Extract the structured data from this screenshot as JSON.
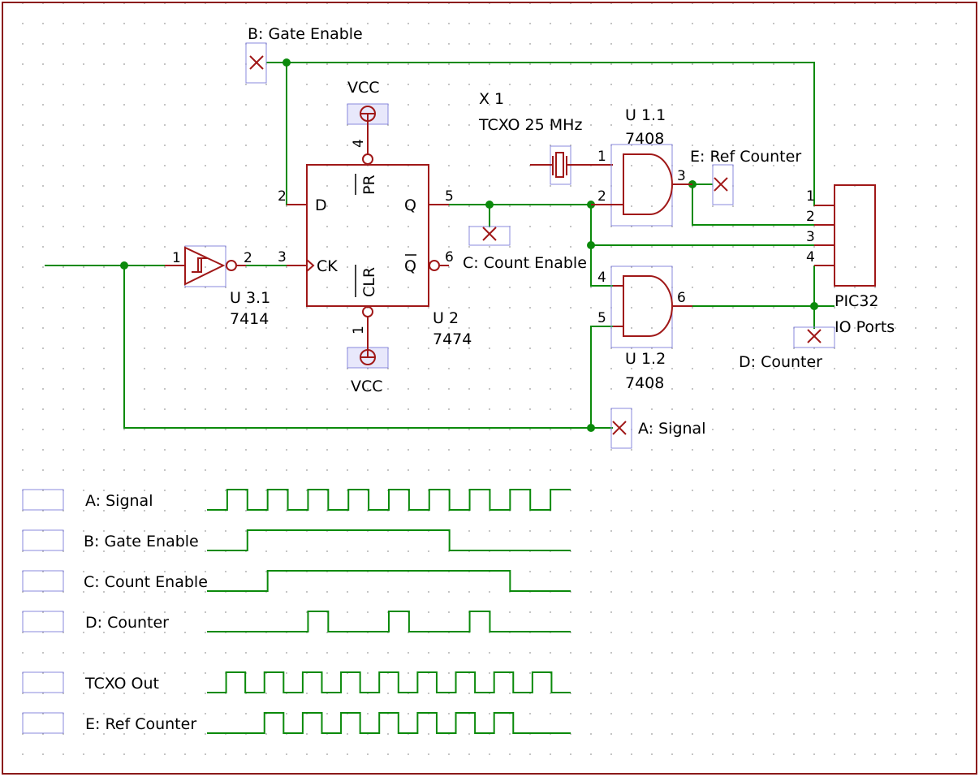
{
  "colors": {
    "wire": "#0b8a0b",
    "component": "#a01818",
    "selection": "#8888dd",
    "frame": "#8b1a1a"
  },
  "components": {
    "schmitt": {
      "ref": "U 3.1",
      "part": "7414",
      "pin_in": "1",
      "pin_out": "2"
    },
    "flipflop": {
      "ref": "U 2",
      "part": "7474",
      "d": "D",
      "q": "Q",
      "ck": "CK",
      "pr": "PR",
      "clr": "CLR",
      "qbar": "Q",
      "pin_d": "2",
      "pin_ck": "3",
      "pin_q": "5",
      "pin_qbar": "6",
      "pin_pr": "4",
      "pin_clr": "1"
    },
    "vcc_top": "VCC",
    "vcc_bottom": "VCC",
    "crystal": {
      "ref": "X 1",
      "part": "TCXO 25 MHz"
    },
    "and1": {
      "ref": "U 1.1",
      "part": "7408",
      "pin_a": "1",
      "pin_b": "2",
      "pin_out": "3"
    },
    "and2": {
      "ref": "U 1.2",
      "part": "7408",
      "pin_a": "4",
      "pin_b": "5",
      "pin_out": "6"
    },
    "pic": {
      "ref": "PIC32",
      "part": "IO Ports",
      "pins": [
        "1",
        "2",
        "3",
        "4"
      ]
    }
  },
  "probes": {
    "a": "A: Signal",
    "b": "B: Gate Enable",
    "c": "C: Count Enable",
    "d": "D: Counter",
    "e": "E: Ref Counter"
  },
  "timing": [
    {
      "label": "A: Signal",
      "levels": [
        0,
        1,
        0,
        1,
        0,
        1,
        0,
        1,
        0,
        1,
        0,
        1,
        0,
        1,
        0,
        1,
        0,
        1
      ]
    },
    {
      "label": "B: Gate Enable",
      "levels": [
        0,
        0,
        1,
        1,
        1,
        1,
        1,
        1,
        1,
        1,
        1,
        1,
        0,
        0,
        0,
        0,
        0,
        0
      ]
    },
    {
      "label": "C: Count Enable",
      "levels": [
        0,
        0,
        0,
        1,
        1,
        1,
        1,
        1,
        1,
        1,
        1,
        1,
        1,
        1,
        1,
        0,
        0,
        0
      ]
    },
    {
      "label": "D: Counter",
      "levels": [
        0,
        0,
        0,
        0,
        0,
        1,
        0,
        0,
        0,
        1,
        0,
        0,
        0,
        1,
        0,
        0,
        0,
        0
      ]
    },
    {
      "label": "TCXO Out",
      "levels": [
        0,
        1,
        0,
        1,
        0,
        1,
        0,
        1,
        0,
        1,
        0,
        1,
        0,
        1,
        0,
        1,
        0,
        1,
        0
      ]
    },
    {
      "label": "E: Ref Counter",
      "levels": [
        0,
        0,
        0,
        1,
        0,
        1,
        0,
        1,
        0,
        1,
        0,
        1,
        0,
        1,
        0,
        1,
        0,
        0,
        0
      ]
    }
  ]
}
